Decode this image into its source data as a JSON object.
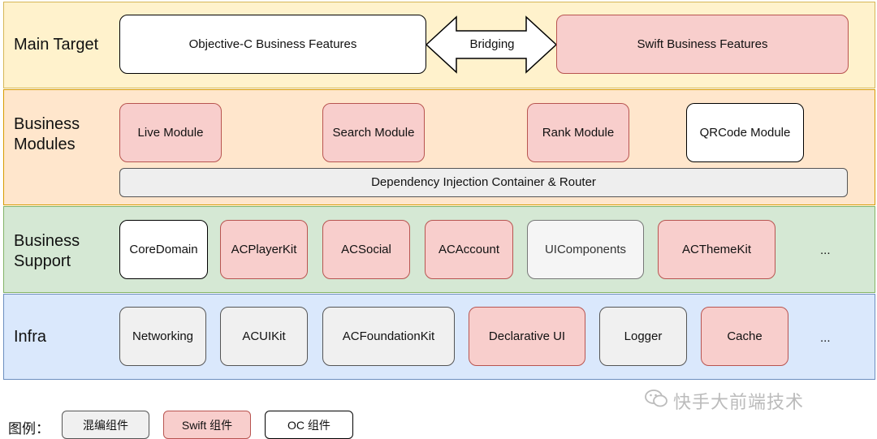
{
  "layers": {
    "main": {
      "label": "Main Target",
      "objc": "Objective-C Business Features",
      "bridge": "Bridging",
      "swift": "Swift Business Features"
    },
    "business_modules": {
      "label_line1": "Business",
      "label_line2": "Modules",
      "modules": [
        "Live Module",
        "Search Module",
        "Rank Module",
        "QRCode Module"
      ],
      "router": "Dependency Injection Container & Router"
    },
    "business_support": {
      "label_line1": "Business",
      "label_line2": "Support",
      "components": [
        "CoreDomain",
        "ACPlayerKit",
        "ACSocial",
        "ACAccount",
        "UIComponents",
        "ACThemeKit"
      ],
      "more": "..."
    },
    "infra": {
      "label": "Infra",
      "components": [
        "Networking",
        "ACUIKit",
        "ACFoundationKit",
        "Declarative UI",
        "Logger",
        "Cache"
      ],
      "more": "..."
    }
  },
  "legend": {
    "title": "图例：",
    "mixed": "混编组件",
    "swift": "Swift 组件",
    "oc": "OC 组件"
  },
  "watermark": "快手大前端技术",
  "colors": {
    "main_bg": "#fff2cc",
    "business_bg": "#ffe6cc",
    "support_bg": "#d5e8d4",
    "infra_bg": "#dae8fc",
    "swift_fill": "#f8cecc",
    "mixed_fill": "#f0f0f0",
    "oc_fill": "#ffffff"
  }
}
